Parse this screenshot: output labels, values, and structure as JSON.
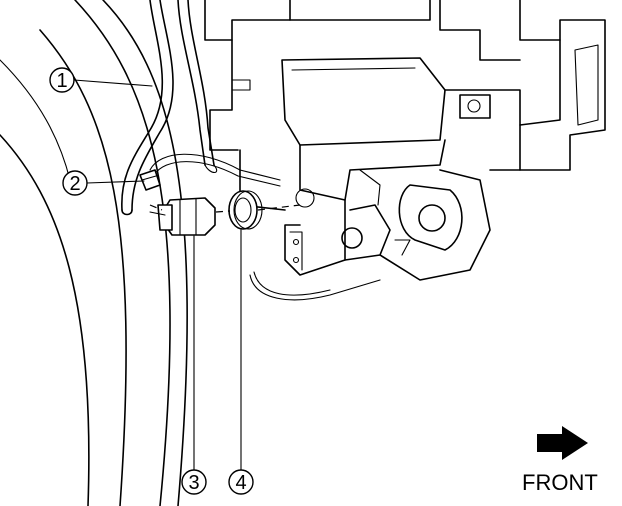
{
  "callouts": [
    {
      "id": "1",
      "label": "1"
    },
    {
      "id": "2",
      "label": "2"
    },
    {
      "id": "3",
      "label": "3"
    },
    {
      "id": "4",
      "label": "4"
    }
  ],
  "direction": {
    "label": "FRONT",
    "icon": "arrow-right-icon"
  },
  "colors": {
    "line": "#000000",
    "background": "#ffffff"
  }
}
